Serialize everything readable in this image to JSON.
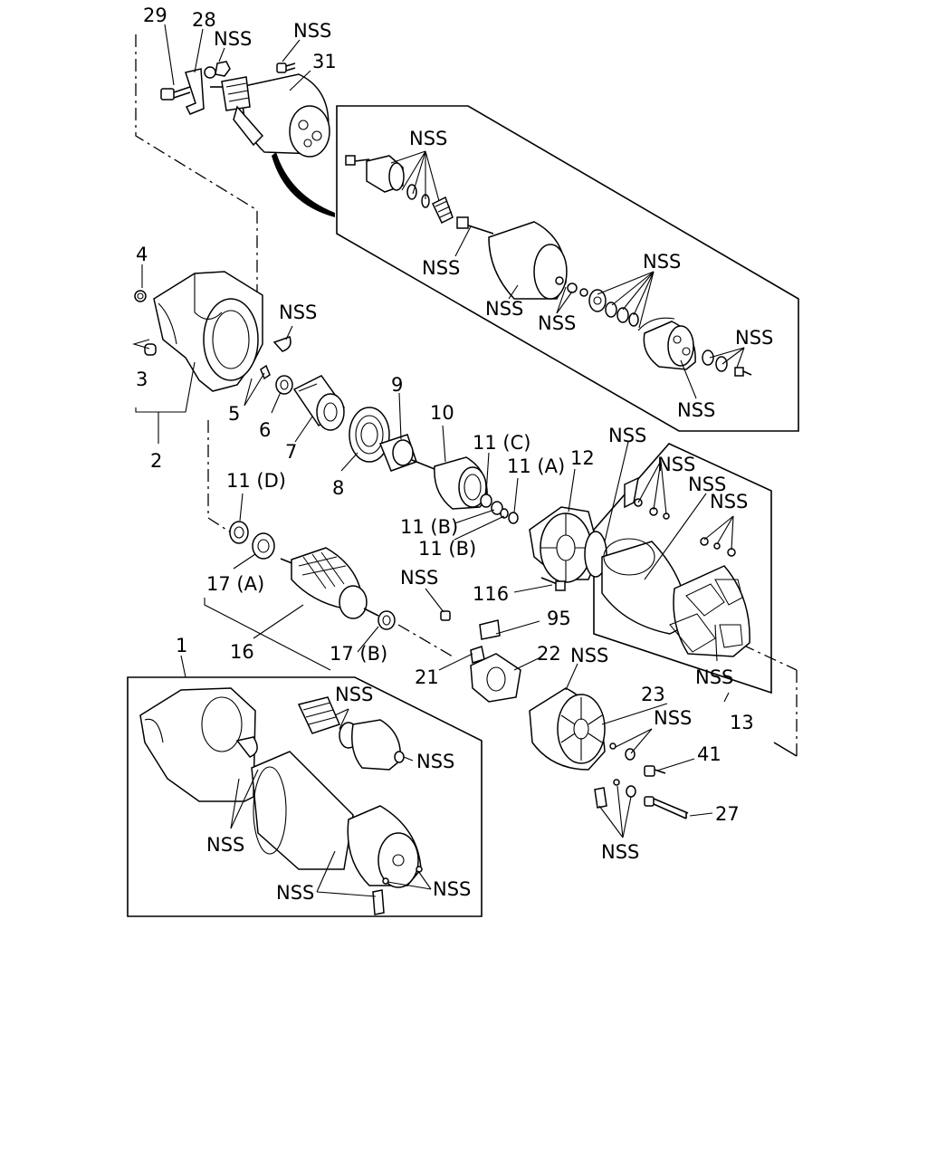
{
  "labels": {
    "p29": "29",
    "p28": "28",
    "nss_top_a": "NSS",
    "nss_top_b": "NSS",
    "p31": "31",
    "nss_box1_a": "NSS",
    "nss_box1_b": "NSS",
    "nss_box1_c": "NSS",
    "nss_box1_d": "NSS",
    "nss_box1_e": "NSS",
    "nss_box1_f": "NSS",
    "nss_box1_g": "NSS",
    "p4": "4",
    "nss_housing": "NSS",
    "p3": "3",
    "p5": "5",
    "p2": "2",
    "p6": "6",
    "p7": "7",
    "p8": "8",
    "p9": "9",
    "p10": "10",
    "p11c": "11 (C)",
    "p11a": "11 (A)",
    "p12": "12",
    "nss_12": "NSS",
    "p11d": "11 (D)",
    "p11b_1": "11 (B)",
    "p11b_2": "11 (B)",
    "nss_box2_a": "NSS",
    "nss_box2_b": "NSS",
    "nss_box2_c": "NSS",
    "nss_box2_d": "NSS",
    "p17a": "17 (A)",
    "nss_95": "NSS",
    "p116": "116",
    "p95": "95",
    "p16": "16",
    "p17b": "17 (B)",
    "p1": "1",
    "p22": "22",
    "nss_22": "NSS",
    "p21": "21",
    "p13": "13",
    "p23": "23",
    "nss_23": "NSS",
    "nss_box3_a": "NSS",
    "nss_box3_b": "NSS",
    "nss_box3_c": "NSS",
    "nss_box3_d": "NSS",
    "nss_box3_e": "NSS",
    "p41": "41",
    "p27": "27",
    "nss_bottom": "NSS"
  }
}
